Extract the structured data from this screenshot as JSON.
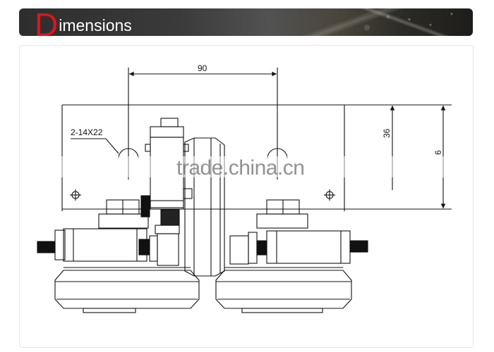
{
  "header": {
    "title_initial": "D",
    "title_rest": "imensions",
    "initial_color": "#e0141a",
    "bar_color": "#333333"
  },
  "drawing": {
    "dimensions": {
      "hole_spacing": "90",
      "hole_spec": "2-14X22",
      "hole_height": "36",
      "plate_height": "6"
    }
  },
  "watermark": "trade.china.cn"
}
